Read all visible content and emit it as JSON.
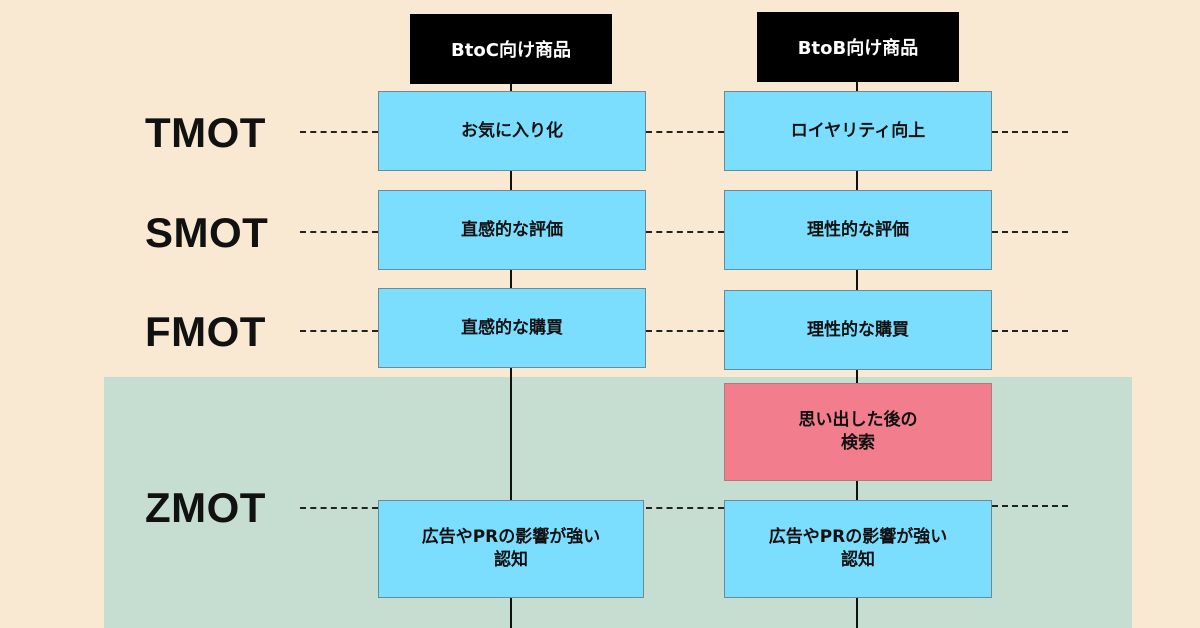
{
  "columns": {
    "btoc": {
      "header": "BtoC向け商品"
    },
    "btob": {
      "header": "BtoB向け商品"
    }
  },
  "rows": {
    "tmot": {
      "label": "TMOT",
      "btoc": "お気に入り化",
      "btob": "ロイヤリティ向上"
    },
    "smot": {
      "label": "SMOT",
      "btoc": "直感的な評価",
      "btob": "理性的な評価"
    },
    "fmot": {
      "label": "FMOT",
      "btoc": "直感的な購買",
      "btob": "理性的な購買"
    },
    "zmot": {
      "label": "ZMOT",
      "btoc_line1": "広告やPRの影響が強い",
      "btoc_line2": "認知",
      "btob_line1": "広告やPRの影響が強い",
      "btob_line2": "認知",
      "btob_search_line1": "思い出した後の",
      "btob_search_line2": "検索"
    }
  },
  "colors": {
    "background": "#f9e9d2",
    "zmot_zone": "#c6ddd2",
    "box": "#7cdeff",
    "search_box": "#f27e8d",
    "header": "#000000"
  }
}
